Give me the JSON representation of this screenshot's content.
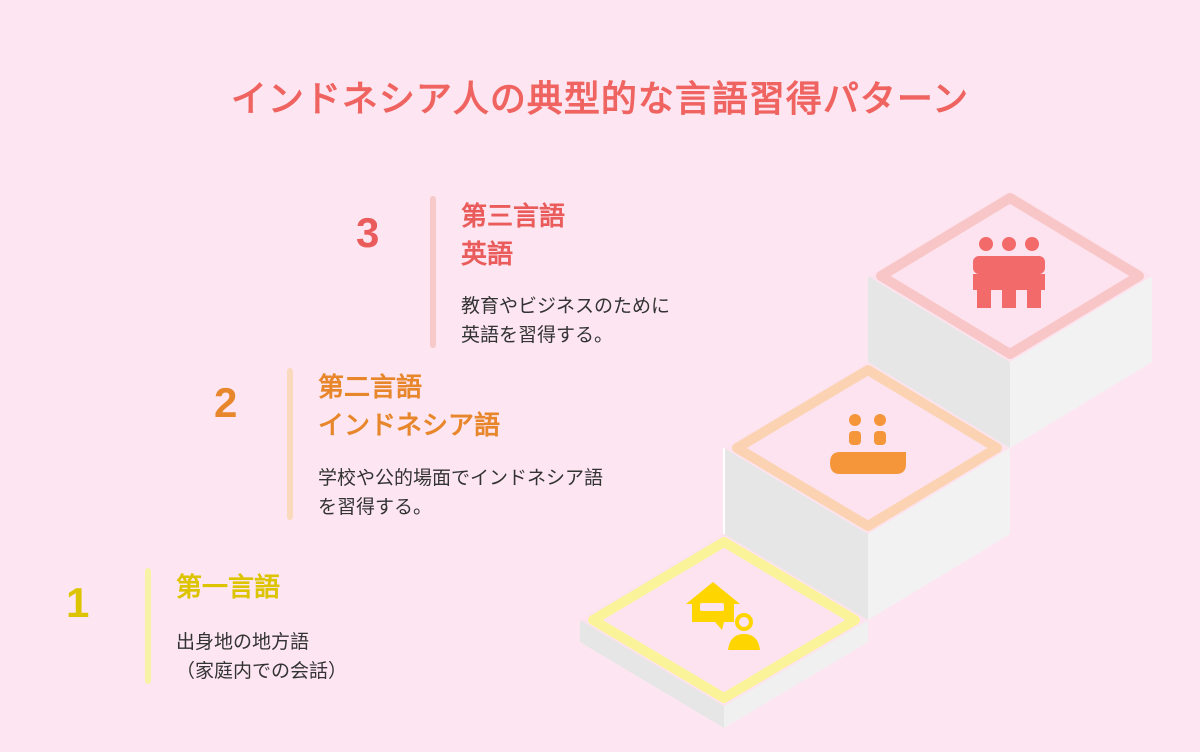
{
  "title": "インドネシア人の典型的な言語習得パターン",
  "colors": {
    "background": "#fde6f1",
    "title": "#ef6461",
    "step3": "#ea5c5c",
    "step2": "#e8862c",
    "step1": "#dcc400",
    "step3_icon": "#f26a6a",
    "step2_icon": "#f5963a",
    "step1_icon": "#ffd500"
  },
  "steps": [
    {
      "number": "3",
      "heading_lines": [
        "第三言語",
        "英語"
      ],
      "desc_lines": [
        "教育やビジネスのために",
        "英語を習得する。"
      ],
      "icon": "group-people-icon"
    },
    {
      "number": "2",
      "heading_lines": [
        "第二言語",
        "インドネシア語"
      ],
      "desc_lines": [
        "学校や公的場面でインドネシア語",
        "を習得する。"
      ],
      "icon": "classroom-icon"
    },
    {
      "number": "1",
      "heading_lines": [
        "第一言語"
      ],
      "desc_lines": [
        "出身地の地方語",
        "（家庭内での会話）"
      ],
      "icon": "home-person-icon"
    }
  ]
}
